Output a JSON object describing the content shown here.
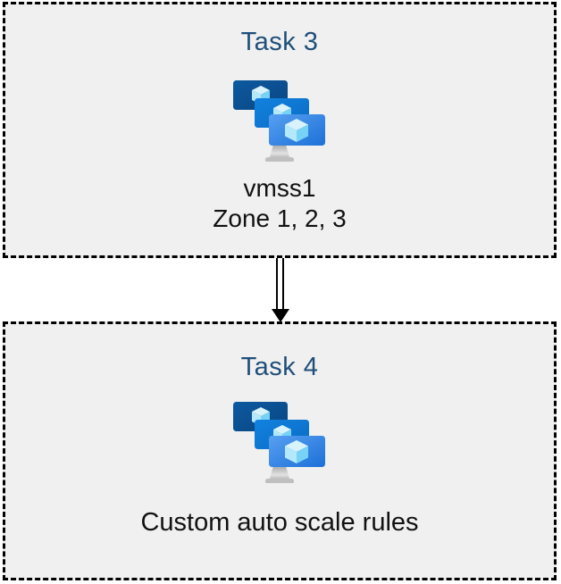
{
  "diagram": {
    "task3": {
      "title": "Task 3",
      "icon": "vm-scale-sets-icon",
      "vm_name": "vmss1",
      "zones": "Zone 1, 2, 3"
    },
    "task4": {
      "title": "Task 4",
      "icon": "vm-scale-sets-icon",
      "caption": "Custom auto scale rules"
    },
    "connector": {
      "type": "double-line-arrow",
      "direction": "down",
      "from": "task3",
      "to": "task4"
    },
    "colors": {
      "page_background": "#ffffff",
      "box_fill": "#f0f0f0",
      "box_border": "#000000",
      "title_text": "#1f4e79",
      "body_text": "#111111",
      "monitor_back": "#0a4d8f",
      "monitor_middle": "#0b76d1",
      "monitor_front_start": "#57a0f1",
      "monitor_front_end": "#1d70d8",
      "cube_top": "#d9f3fd",
      "cube_left": "#b4e8fb",
      "cube_right": "#77d2f5",
      "stand_gray": "#bfbfbf"
    }
  }
}
